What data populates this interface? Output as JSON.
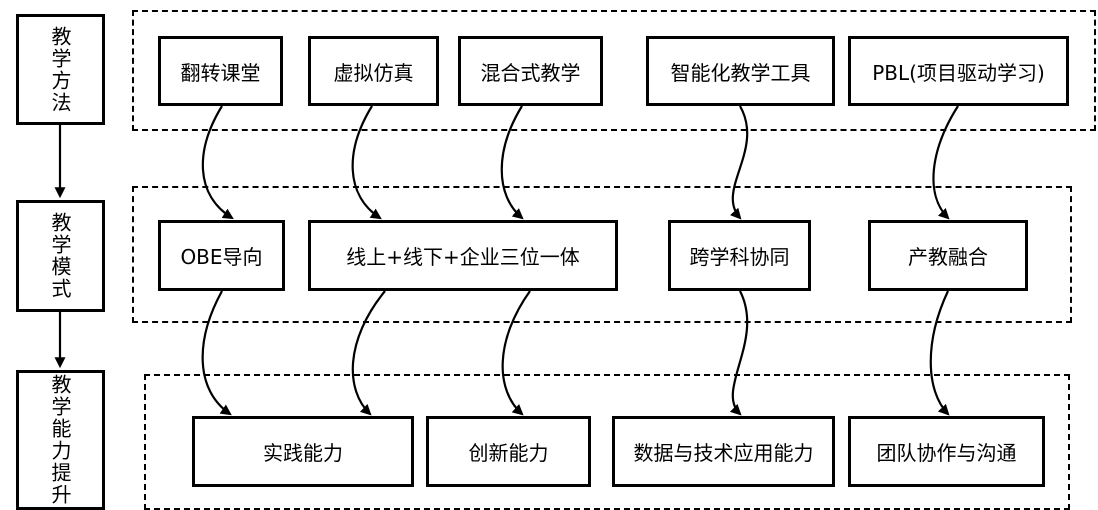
{
  "levels": [
    {
      "label": "教学方法",
      "items": [
        "翻转课堂",
        "虚拟仿真",
        "混合式教学",
        "智能化教学工具",
        "PBL(项目驱动学习)"
      ]
    },
    {
      "label": "教学模式",
      "items": [
        "OBE导向",
        "线上+线下+企业三位一体",
        "跨学科协同",
        "产教融合"
      ]
    },
    {
      "label": "教学能力提升",
      "items": [
        "实践能力",
        "创新能力",
        "数据与技术应用能力",
        "团队协作与沟通"
      ]
    }
  ]
}
